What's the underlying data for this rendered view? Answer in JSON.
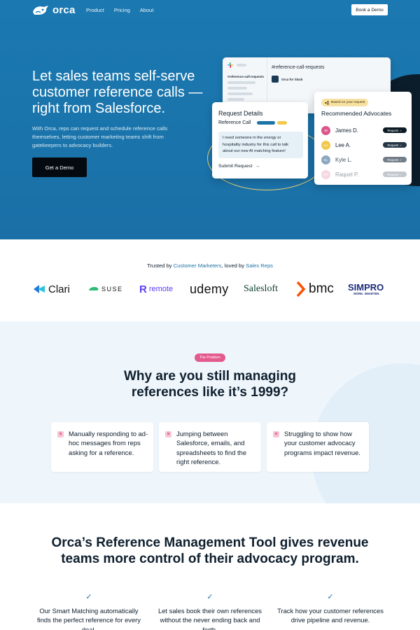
{
  "nav": {
    "logo_text": "orca",
    "links": [
      "Product",
      "Pricing",
      "About"
    ],
    "cta_label": "Book a Demo"
  },
  "hero": {
    "title": "Let sales teams self-serve customer reference calls — right from Salesforce.",
    "subtitle": "With Orca, reps can request and schedule reference calls themselves, letting customer marketing teams shift from gatekeepers to advocacy builders.",
    "cta_label": "Get a Demo",
    "slack_card": {
      "channel": "#reference-call-requests",
      "channel_small": "#reference-call-requests",
      "bot_name": "Orca for Slack"
    },
    "request_card": {
      "title": "Request Details",
      "field_label": "Reference Call",
      "message": "I need someone in the energy or hospitality industry for this call to talk about our new AI matching feature!",
      "submit_label": "Submit Request",
      "submit_arrow": "→"
    },
    "advocates_card": {
      "badge": "Based on your request",
      "title": "Recommended Advocates",
      "request_label": "Request",
      "advocates": [
        {
          "initials": "JD",
          "name": "James D.",
          "color": "#d9568a"
        },
        {
          "initials": "LA",
          "name": "Lee A.",
          "color": "#f2c94c"
        },
        {
          "initials": "KL",
          "name": "Kyle L.",
          "color": "#6f93b3"
        },
        {
          "initials": "RP",
          "name": "Raquel P.",
          "color": "#e9a9c2"
        }
      ]
    },
    "colors": {
      "background": "#1b78b0",
      "accent_yellow": "#f2c94c",
      "accent_pink": "#e35a8d"
    }
  },
  "trusted": {
    "prefix": "Trusted by ",
    "link1": "Customer Marketers",
    "middle": ", loved by ",
    "link2": "Sales Reps",
    "logos": [
      "Clari",
      "SUSE",
      "remote",
      "udemy",
      "Salesloft",
      "bmc",
      "SIMPRO"
    ],
    "simpro_tagline": "WORK. SMARTER."
  },
  "problem": {
    "badge": "The Problem",
    "title": "Why are you still managing references like it’s 1999?",
    "cards": [
      "Manually responding to ad-hoc messages from reps asking for a reference.",
      "Jumping between Salesforce, emails, and spreadsheets to find the right reference.",
      "Struggling to show how your customer advocacy programs impact revenue."
    ]
  },
  "smart": {
    "title": "Orca’s Reference Management Tool gives revenue teams more control of their advocacy program.",
    "features": [
      "Our Smart Matching automatically finds the perfect reference for every deal.",
      "Let sales book their own references without the never ending back and forth.",
      "Track how your customer references drive pipeline and revenue."
    ]
  }
}
